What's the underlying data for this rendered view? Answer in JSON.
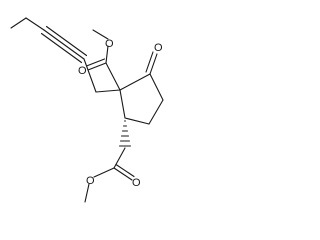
{
  "molecule": {
    "atoms": [
      {
        "label": "O"
      },
      {
        "label": "O"
      },
      {
        "label": "O"
      },
      {
        "label": "O"
      },
      {
        "label": "O"
      }
    ]
  },
  "colors": {
    "bond": "#1a1a1a",
    "label": "#1a1a1a",
    "background": "#ffffff"
  }
}
